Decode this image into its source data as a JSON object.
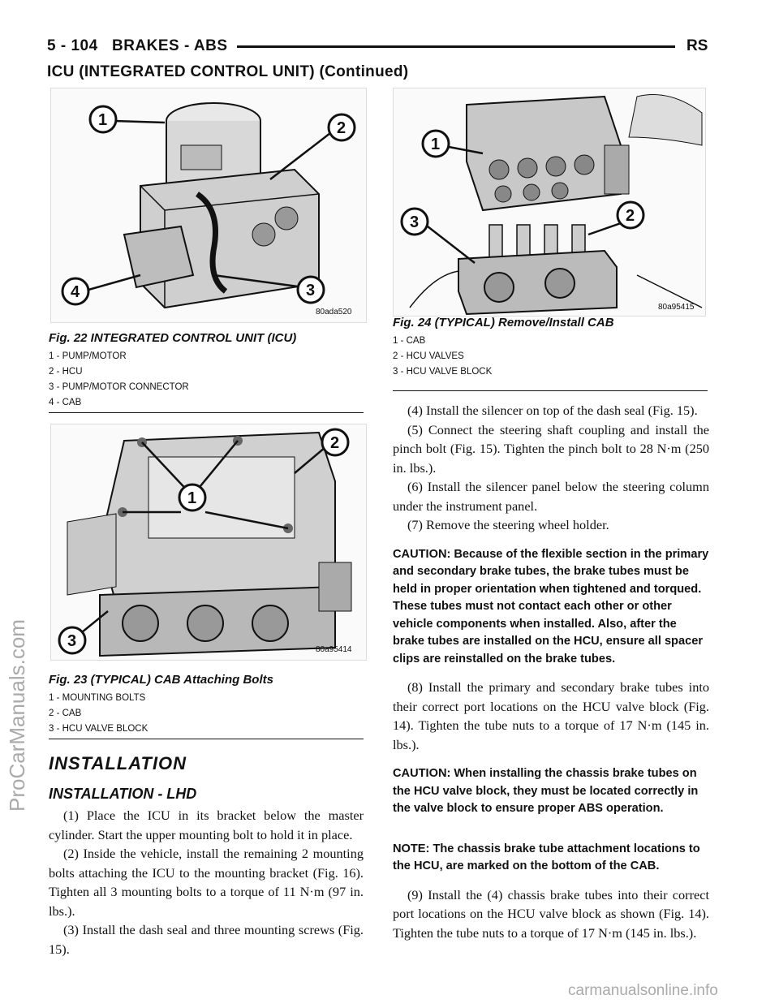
{
  "header": {
    "page": "5 - 104",
    "section": "BRAKES - ABS",
    "model": "RS"
  },
  "continued_title": "ICU (INTEGRATED CONTROL UNIT) (Continued)",
  "figures": {
    "fig22": {
      "caption": "Fig. 22 INTEGRATED CONTROL UNIT (ICU)",
      "code": "80ada520",
      "callouts": [
        "1",
        "2",
        "3",
        "4"
      ],
      "legend": [
        "1 - PUMP/MOTOR",
        "2 - HCU",
        "3 - PUMP/MOTOR CONNECTOR",
        "4 - CAB"
      ]
    },
    "fig23": {
      "caption": "Fig. 23 (TYPICAL) CAB Attaching Bolts",
      "code": "80a95414",
      "callouts": [
        "1",
        "2",
        "3"
      ],
      "legend": [
        "1 - MOUNTING BOLTS",
        "2 - CAB",
        "3 - HCU VALVE BLOCK"
      ]
    },
    "fig24": {
      "caption": "Fig. 24 (TYPICAL) Remove/Install CAB",
      "code": "80a95415",
      "callouts": [
        "1",
        "2",
        "3"
      ],
      "legend": [
        "1 - CAB",
        "2 - HCU VALVES",
        "3 - HCU VALVE BLOCK"
      ]
    }
  },
  "left_text": {
    "section_heading": "INSTALLATION",
    "subheading": "INSTALLATION - LHD",
    "steps": [
      "(1) Place the ICU in its bracket below the master cylinder. Start the upper mounting bolt to hold it in place.",
      "(2) Inside the vehicle, install the remaining 2 mounting bolts attaching the ICU to the mounting bracket (Fig. 16). Tighten all 3 mounting bolts to a torque of 11 N·m (97 in. lbs.).",
      "(3) Install the dash seal and three mounting screws (Fig. 15)."
    ]
  },
  "right_text": {
    "steps_a": [
      "(4) Install the silencer on top of the dash seal (Fig. 15).",
      "(5) Connect the steering shaft coupling and install the pinch bolt (Fig. 15). Tighten the pinch bolt to 28 N·m (250 in. lbs.).",
      "(6) Install the silencer panel below the steering column under the instrument panel.",
      "(7) Remove the steering wheel holder."
    ],
    "caution1": "CAUTION: Because of the flexible section in the primary and secondary brake tubes, the brake tubes must be held in proper orientation when tightened and torqued. These tubes must not contact each other or other vehicle components when installed. Also, after the brake tubes are installed on the HCU, ensure all spacer clips are reinstalled on the brake tubes.",
    "step8": "(8) Install the primary and secondary brake tubes into their correct port locations on the HCU valve block (Fig. 14). Tighten the tube nuts to a torque of 17 N·m (145 in. lbs.).",
    "caution2": "CAUTION: When installing the chassis brake tubes on the HCU valve block, they must be located correctly in the valve block to ensure proper ABS operation.",
    "note": "NOTE: The chassis brake tube attachment locations to the HCU, are marked on the bottom of the CAB.",
    "step9": "(9) Install the (4) chassis brake tubes into their correct port locations on the HCU valve block as shown (Fig. 14). Tighten the tube nuts to a torque of 17 N·m (145 in. lbs.)."
  },
  "watermark_side": "ProCarManuals.com",
  "watermark_footer": "carmanualsonline.info"
}
